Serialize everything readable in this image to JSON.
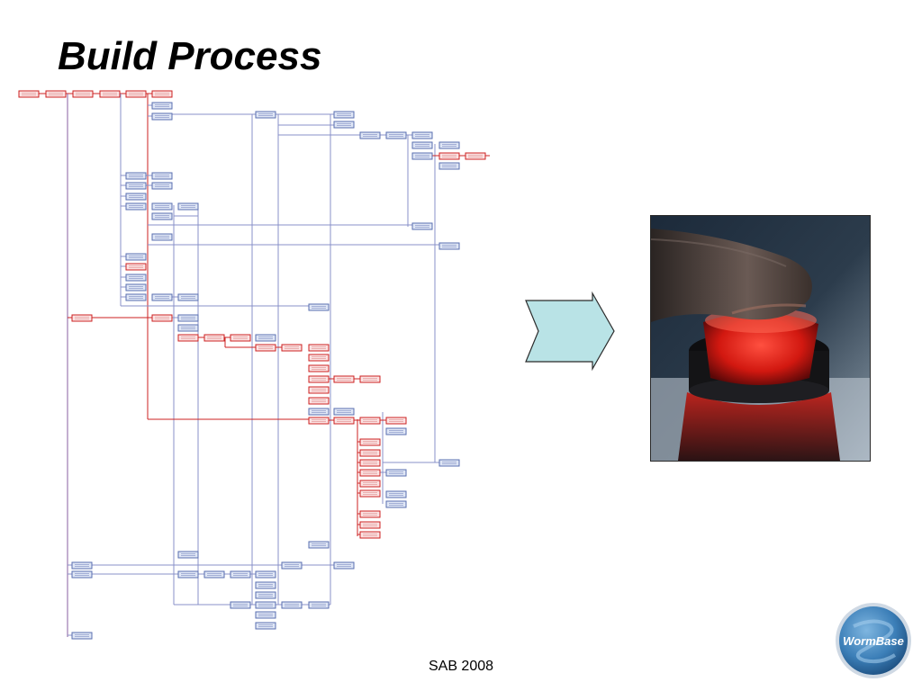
{
  "slide": {
    "title": "Build Process",
    "footer": "SAB 2008"
  },
  "logo": {
    "text": "WormBase",
    "icon": "wormbase-logo"
  },
  "arrow": {
    "icon": "right-arrow-shape",
    "fill": "#b9e3e6"
  },
  "photo": {
    "icon": "finger-pressing-red-button-photo"
  },
  "colors": {
    "normal_node_fill": "#dfe6f5",
    "normal_node_stroke": "#5a6fb0",
    "critical_node_fill": "#fbe3e3",
    "critical_node_stroke": "#cc2222",
    "edge_blue": "#8890c8",
    "edge_red": "#cc2222",
    "edge_purple": "#8a5fa0"
  }
}
